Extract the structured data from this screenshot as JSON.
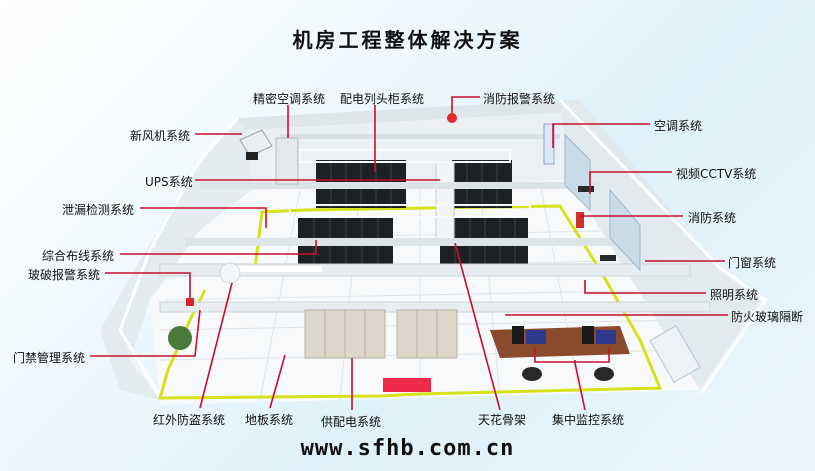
{
  "title": "机房工程整体解决方案",
  "website": "www.sfhb.com.cn",
  "colors": {
    "leader_line": "#c8102e",
    "floor_outline": "#d6e21a",
    "wall": "#e9eef1",
    "wall_shadow": "#c9d3d9",
    "floor": "#f6f8f9",
    "server_rack": "#1e2124",
    "cable_tray": "#f4f6f8",
    "desk": "#8a4a2c",
    "power_cabinet": "#ddd6cb",
    "red_mat": "#ee2a4d"
  },
  "labels": {
    "precision_ac": "精密空调系统",
    "power_distribution_head_cabinet": "配电列头柜系统",
    "fire_alarm": "消防报警系统",
    "fresh_air": "新风机系统",
    "air_conditioning": "空调系统",
    "ups": "UPS系统",
    "cctv": "视频CCTV系统",
    "leak_detection": "泄漏检测系统",
    "fire_protection": "消防系统",
    "structured_cabling": "综合布线系统",
    "doors_windows": "门窗系统",
    "glass_break_alarm": "玻破报警系统",
    "lighting": "照明系统",
    "fireproof_glass_partition": "防火玻璃隔断",
    "access_control": "门禁管理系统",
    "infrared_anti_theft": "红外防盗系统",
    "raised_floor": "地板系统",
    "power_supply": "供配电系统",
    "ceiling_frame": "天花骨架",
    "centralized_monitoring": "集中监控系统"
  }
}
